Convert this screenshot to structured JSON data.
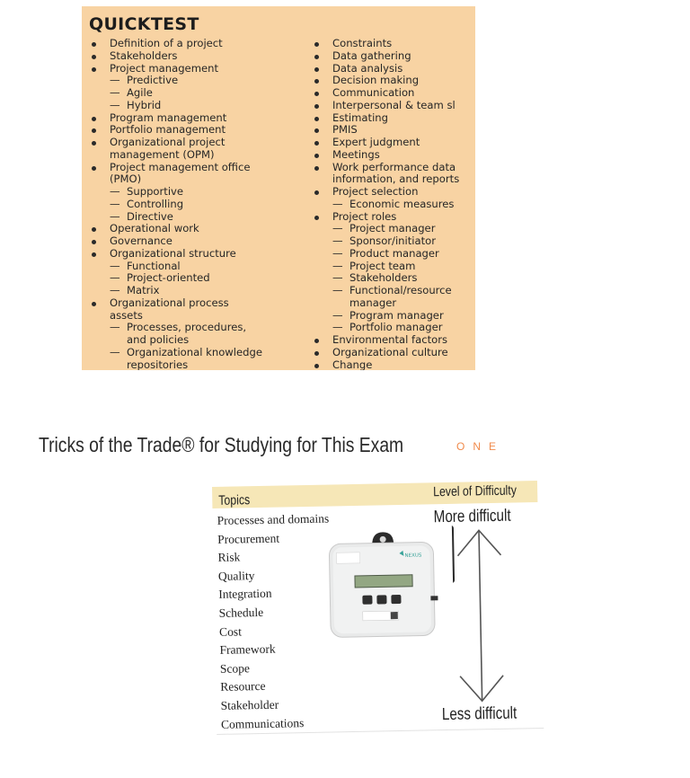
{
  "quicktest": {
    "title": "QUICKTEST",
    "left_column": [
      {
        "kind": "bullet",
        "text": "Definition of a project"
      },
      {
        "kind": "bullet",
        "text": "Stakeholders"
      },
      {
        "kind": "bullet",
        "text": "Project management"
      },
      {
        "kind": "sub",
        "text": "Predictive"
      },
      {
        "kind": "sub",
        "text": "Agile"
      },
      {
        "kind": "sub",
        "text": "Hybrid"
      },
      {
        "kind": "bullet",
        "text": "Program management"
      },
      {
        "kind": "bullet",
        "text": "Portfolio management"
      },
      {
        "kind": "bullet",
        "text": "Organizational project"
      },
      {
        "kind": "cont",
        "text": "management (OPM)"
      },
      {
        "kind": "bullet",
        "text": "Project management office"
      },
      {
        "kind": "cont",
        "text": "(PMO)"
      },
      {
        "kind": "sub",
        "text": "Supportive"
      },
      {
        "kind": "sub",
        "text": "Controlling"
      },
      {
        "kind": "sub",
        "text": "Directive"
      },
      {
        "kind": "bullet",
        "text": "Operational work"
      },
      {
        "kind": "bullet",
        "text": "Governance"
      },
      {
        "kind": "bullet",
        "text": "Organizational structure"
      },
      {
        "kind": "sub",
        "text": "Functional"
      },
      {
        "kind": "sub",
        "text": "Project-oriented"
      },
      {
        "kind": "sub",
        "text": "Matrix"
      },
      {
        "kind": "bullet",
        "text": "Organizational process"
      },
      {
        "kind": "cont",
        "text": "assets"
      },
      {
        "kind": "sub",
        "text": "Processes, procedures,"
      },
      {
        "kind": "subcont",
        "text": "and policies"
      },
      {
        "kind": "sub",
        "text": "Organizational knowledge"
      },
      {
        "kind": "subcont",
        "text": "repositories"
      }
    ],
    "right_column": [
      {
        "kind": "bullet",
        "text": "Constraints"
      },
      {
        "kind": "bullet",
        "text": "Data gathering"
      },
      {
        "kind": "bullet",
        "text": "Data analysis"
      },
      {
        "kind": "bullet",
        "text": "Decision making"
      },
      {
        "kind": "bullet",
        "text": "Communication"
      },
      {
        "kind": "bullet",
        "text": "Interpersonal & team sl"
      },
      {
        "kind": "bullet",
        "text": "Estimating"
      },
      {
        "kind": "bullet",
        "text": "PMIS"
      },
      {
        "kind": "bullet",
        "text": "Expert judgment"
      },
      {
        "kind": "bullet",
        "text": "Meetings"
      },
      {
        "kind": "bullet",
        "text": "Work performance data"
      },
      {
        "kind": "cont",
        "text": "information, and reports"
      },
      {
        "kind": "bullet",
        "text": "Project selection"
      },
      {
        "kind": "sub",
        "text": "Economic measures"
      },
      {
        "kind": "bullet",
        "text": "Project roles"
      },
      {
        "kind": "sub",
        "text": "Project manager"
      },
      {
        "kind": "sub",
        "text": "Sponsor/initiator"
      },
      {
        "kind": "sub",
        "text": "Product manager"
      },
      {
        "kind": "sub",
        "text": "Project team"
      },
      {
        "kind": "sub",
        "text": "Stakeholders"
      },
      {
        "kind": "sub",
        "text": "Functional/resource"
      },
      {
        "kind": "subcont",
        "text": "manager"
      },
      {
        "kind": "sub",
        "text": "Program manager"
      },
      {
        "kind": "sub",
        "text": "Portfolio manager"
      },
      {
        "kind": "bullet",
        "text": "Environmental factors"
      },
      {
        "kind": "bullet",
        "text": "Organizational culture"
      },
      {
        "kind": "bullet",
        "text": "Change"
      }
    ]
  },
  "heading": {
    "title": "Tricks of the Trade® for Studying for This Exam",
    "chapter": "ONE"
  },
  "difficulty": {
    "topics_label": "Topics",
    "level_label": "Level of Difficulty",
    "more_label": "More difficult",
    "less_label": "Less difficult",
    "topics": [
      "Processes and domains",
      "Procurement",
      "Risk",
      "Quality",
      "Integration",
      "Schedule",
      "Cost",
      "Framework",
      "Scope",
      "Resource",
      "Stakeholder",
      "Communications"
    ],
    "device_brand": "NEXUS"
  },
  "colors": {
    "quicktest_bg": "#f8d3a3",
    "header_band": "#f6e7b7",
    "chapter_accent": "#f08a4b",
    "device_screen": "#93a783"
  }
}
